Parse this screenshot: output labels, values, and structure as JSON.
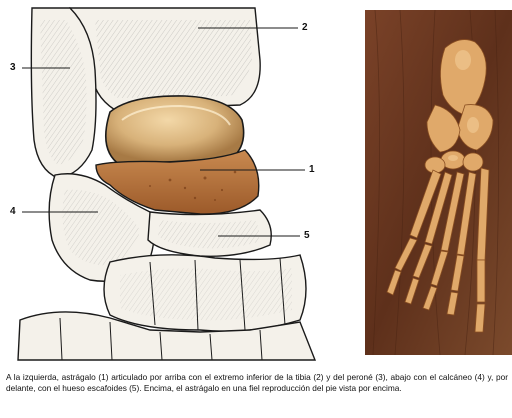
{
  "figure": {
    "callouts": {
      "c1": "1",
      "c2": "2",
      "c3": "3",
      "c4": "4",
      "c5": "5"
    },
    "caption": "A la izquierda, astrágalo (1) articulado por arriba con el extremo inferior de la tibia (2) y del peroné (3), abajo con el calcáneo (4) y, por delante, con el hueso escafoides (5). Encima, el astrágalo en una fiel reproducción del pie vista por encima."
  },
  "colors": {
    "bone_outline": "#1a1a1a",
    "bone_fill": "#f4f1ea",
    "talus_highlight": "#d8b27a",
    "talus_lower": "#b8743e",
    "wood_background": "#6b3a22",
    "model_bone": "#e0a96a"
  }
}
